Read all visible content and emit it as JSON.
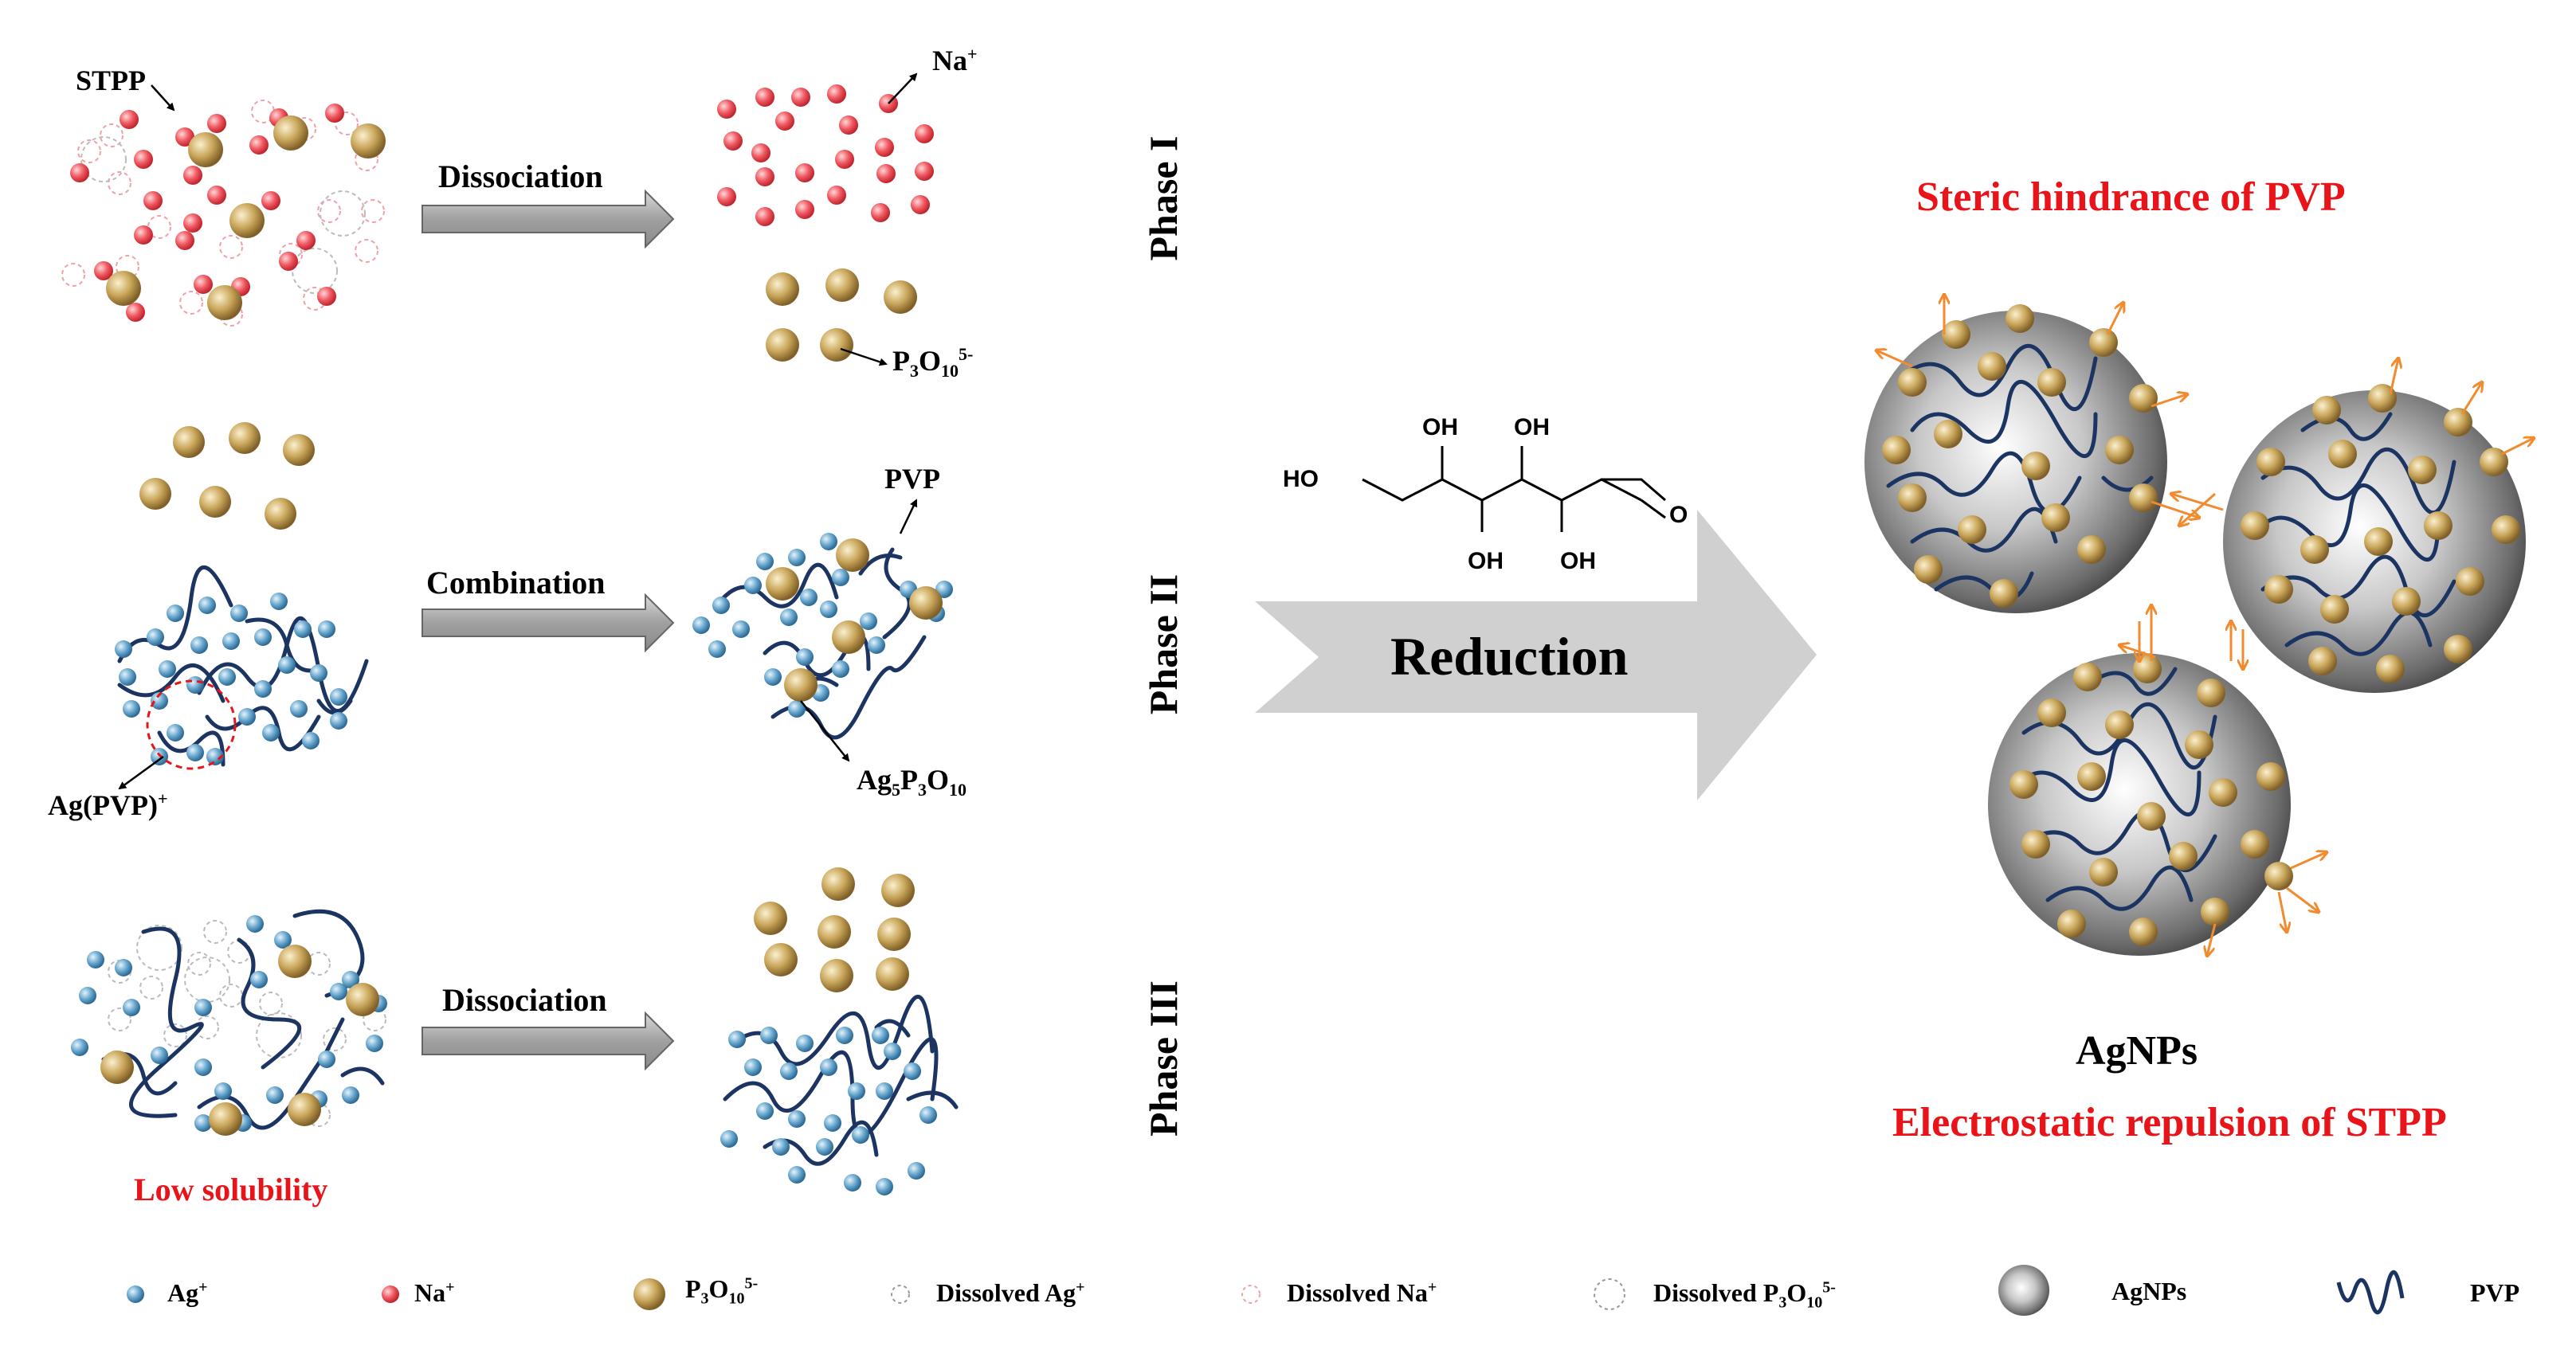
{
  "phases": [
    "Phase I",
    "Phase II",
    "Phase III"
  ],
  "steps": {
    "dissociation_1": "Dissociation",
    "combination": "Combination",
    "dissociation_3": "Dissociation",
    "reduction": "Reduction"
  },
  "labels": {
    "stpp": "STPP",
    "na": "Na",
    "na_charge": "+",
    "p3o10_main": "P",
    "p3o10_sub1": "3",
    "p3o10_o": "O",
    "p3o10_sub2": "10",
    "p3o10_charge": "5-",
    "pvp": "PVP",
    "agpvp": "Ag(PVP)",
    "agpvp_charge": "+",
    "ag5_a": "Ag",
    "ag5_sub": "5",
    "ag5_b": "P",
    "ag5_sub2": "3",
    "ag5_c": "O",
    "ag5_sub3": "10",
    "low_solubility": "Low solubility",
    "agnps": "AgNPs",
    "steric": "Steric hindrance of PVP",
    "electrostatic": "Electrostatic repulsion of STPP"
  },
  "molecule": {
    "oh1": "OH",
    "oh2": "OH",
    "oh3": "OH",
    "oh4": "OH",
    "ho": "HO",
    "o": "O"
  },
  "legend": {
    "ag": "Ag",
    "ag_charge": "+",
    "na": "Na",
    "na_charge": "+",
    "p3o10": "P",
    "p3o10_s1": "3",
    "p3o10_o": "O",
    "p3o10_s2": "10",
    "p3o10_c": "5-",
    "dissolved_ag": "Dissolved Ag",
    "dissolved_ag_c": "+",
    "dissolved_na": "Dissolved Na",
    "dissolved_na_c": "+",
    "dissolved_p": "Dissolved P",
    "dissolved_p_s1": "3",
    "dissolved_p_o": "O",
    "dissolved_p_s2": "10",
    "dissolved_p_c": "5-",
    "agnps": "AgNPs",
    "pvp": "PVP"
  },
  "colors": {
    "na_ion": "#f04a55",
    "ag_ion": "#5b9cc4",
    "p3o10": "#c6a455",
    "pvp": "#1b3461",
    "red_text": "#e8141a",
    "orange_arrow": "#f28a2e",
    "arrow_gray": "#a6a6a6"
  }
}
